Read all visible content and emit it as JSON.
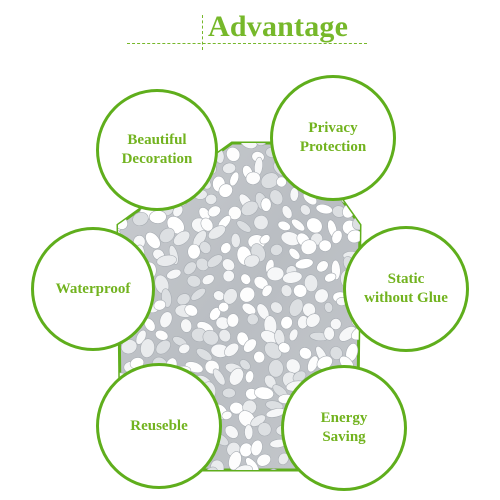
{
  "header": {
    "title": "Advantage"
  },
  "colors": {
    "accent": "#76b82a",
    "ring": "#5fae1c",
    "text": "#72b31f"
  },
  "badges": [
    {
      "label": "Beautiful\nDecoration"
    },
    {
      "label": "Privacy\nProtection"
    },
    {
      "label": "Waterproof"
    },
    {
      "label": "Static\nwithout Glue"
    },
    {
      "label": "Reuseble"
    },
    {
      "label": "Energy\nSaving"
    }
  ],
  "center": {
    "pattern": "pebble-pattern"
  }
}
